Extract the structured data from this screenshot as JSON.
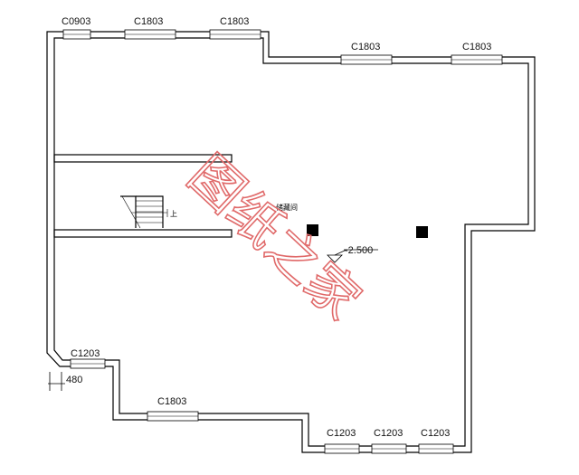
{
  "windows": [
    {
      "label": "C0903"
    },
    {
      "label": "C1803"
    },
    {
      "label": "C1803"
    },
    {
      "label": "C1803"
    },
    {
      "label": "C1803"
    },
    {
      "label": "C1203"
    },
    {
      "label": "C1803"
    },
    {
      "label": "C1203"
    },
    {
      "label": "C1203"
    },
    {
      "label": "C1203"
    }
  ],
  "elevation_mark": "-2.500",
  "stair_up_label": "上",
  "room_label": "储藏间",
  "dimension_text": "480",
  "watermark": "图纸之家",
  "colors": {
    "wall": "#000000",
    "watermark": "#e06a6a"
  }
}
